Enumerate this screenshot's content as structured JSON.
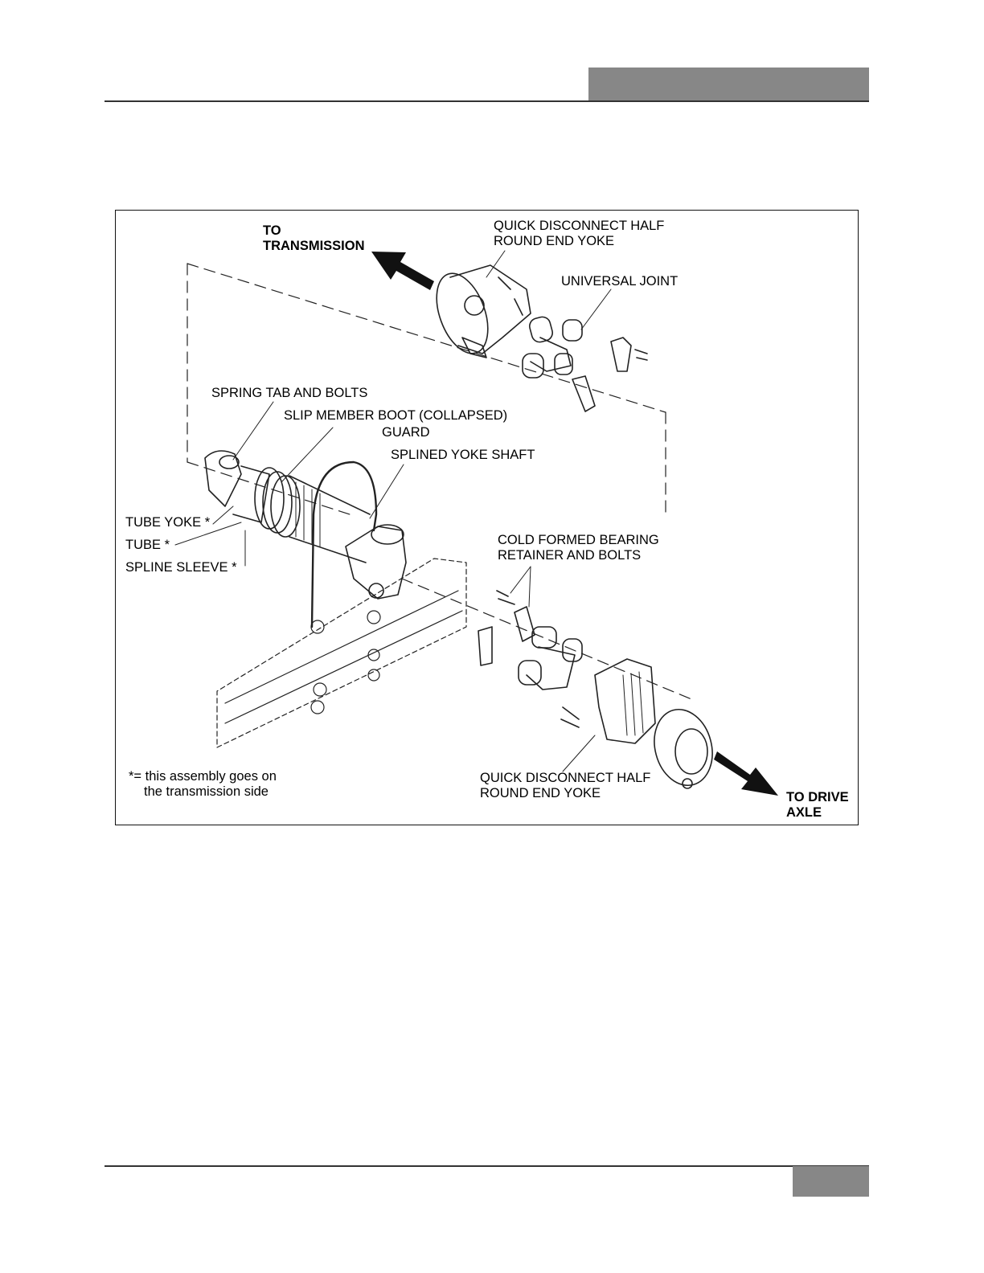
{
  "labels": {
    "to_transmission": [
      "TO",
      "TRANSMISSION"
    ],
    "qd_yoke_top": [
      "QUICK DISCONNECT HALF",
      "ROUND END YOKE"
    ],
    "universal_joint": "UNIVERSAL JOINT",
    "spring_tab": "SPRING TAB AND BOLTS",
    "slip_boot": "SLIP MEMBER BOOT (COLLAPSED)",
    "guard": "GUARD",
    "splined_shaft": "SPLINED YOKE SHAFT",
    "tube_yoke": "TUBE YOKE *",
    "tube": "TUBE *",
    "spline_sleeve": "SPLINE SLEEVE *",
    "bearing_retainer": [
      "COLD FORMED BEARING",
      "RETAINER AND BOLTS"
    ],
    "note": [
      "*= this assembly goes on",
      "the transmission side"
    ],
    "qd_yoke_bottom": [
      "QUICK DISCONNECT HALF",
      "ROUND END YOKE"
    ],
    "to_drive_axle": [
      "TO DRIVE",
      "AXLE"
    ]
  },
  "colors": {
    "header_tab": "#878787",
    "rule": "#333333",
    "line_art": "#222222"
  }
}
